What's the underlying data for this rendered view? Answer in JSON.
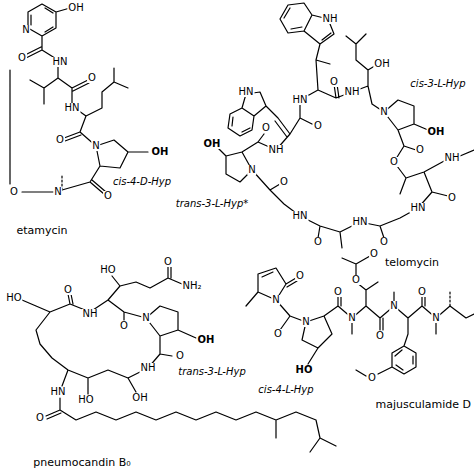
{
  "diagram": {
    "labels": [
      "N",
      "OH",
      "O",
      "HN",
      "O",
      "HN",
      "O",
      "N",
      "OH",
      "cis-4-D-Hyp",
      "O",
      "N",
      "O",
      "etamycin",
      "NH",
      "OH",
      "cis-3-L-Hyp",
      "HN",
      "HN",
      "O",
      "NH",
      "N",
      "OH",
      "O",
      "O",
      "NH",
      "O",
      "HN",
      "O",
      "HN",
      "O",
      "HN",
      "O",
      "N",
      "OH",
      "trans-3-L-Hyp*",
      "O",
      "NH",
      "O",
      "telomycin",
      "HO",
      "O",
      "NH",
      "HO",
      "O",
      "NH₂",
      "O",
      "N",
      "OH",
      "trans-3-L-Hyp",
      "O",
      "NH",
      "OH",
      "HO",
      "HN",
      "O",
      "pneumocandin B₀",
      "O",
      "N",
      "O",
      "N",
      "HO",
      "cis-4-L-Hyp",
      "O",
      "N",
      "O",
      "O",
      "O",
      "N",
      "O",
      "O",
      "N",
      "majusculamide D"
    ]
  }
}
